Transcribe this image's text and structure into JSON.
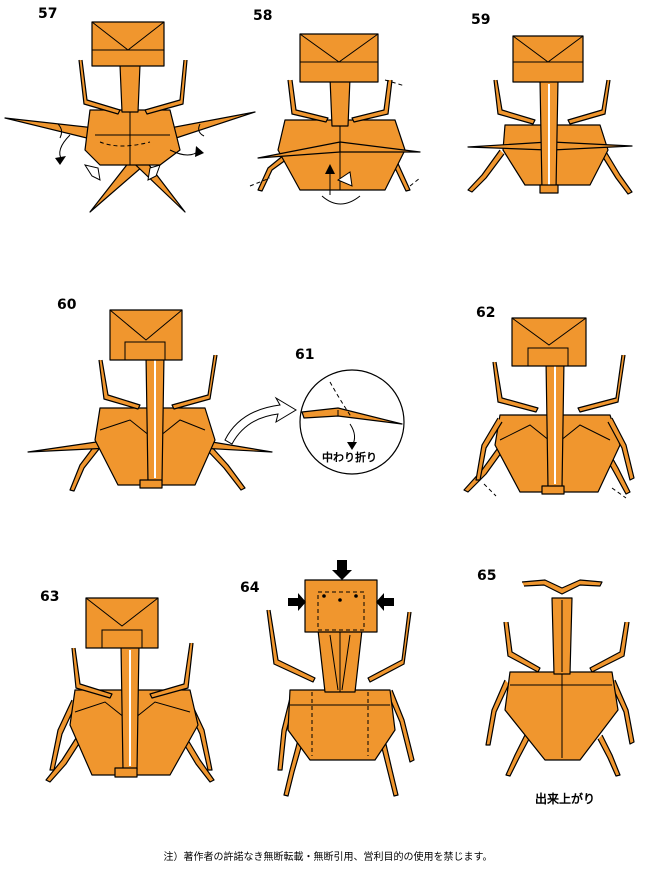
{
  "steps": [
    {
      "number": "57"
    },
    {
      "number": "58"
    },
    {
      "number": "59"
    },
    {
      "number": "60"
    },
    {
      "number": "61",
      "caption": "中わり折り"
    },
    {
      "number": "62"
    },
    {
      "number": "63"
    },
    {
      "number": "64"
    },
    {
      "number": "65",
      "caption": "出来上がり"
    }
  ],
  "footer": "注）著作者の許諾なき無断転載・無断引用、営利目的の使用を禁じます。",
  "colors": {
    "paper": "#f0962e",
    "line": "#000000"
  }
}
